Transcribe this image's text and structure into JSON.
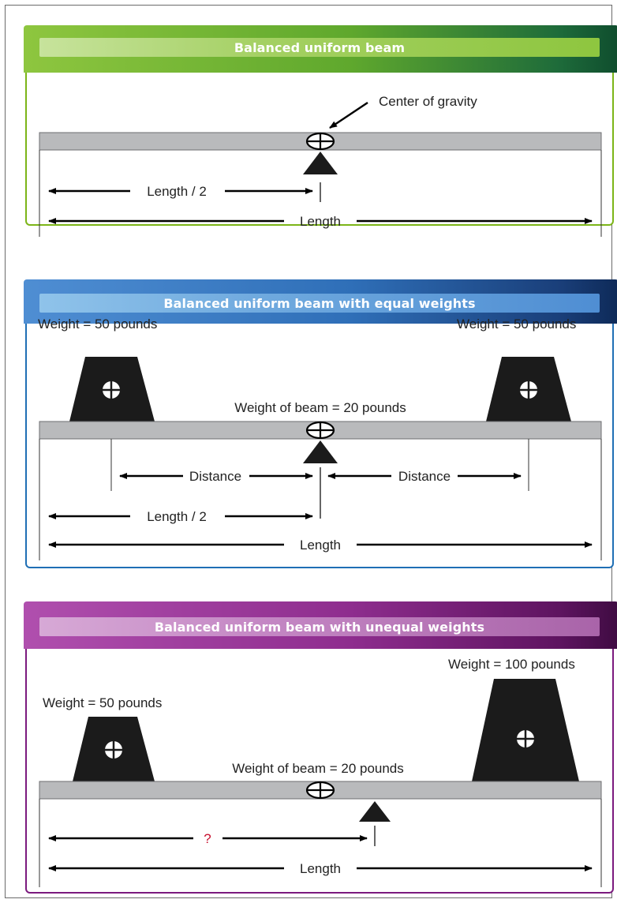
{
  "theme": {
    "green": "#7cb518",
    "blue": "#1f6fb5",
    "purple": "#7b1a7e",
    "beam_gray": "#b9babc",
    "shape_black": "#1b1b1b",
    "question_red": "#c8102e"
  },
  "panel1": {
    "title": "Balanced uniform beam",
    "cog_label": "Center of gravity",
    "half_length_label": "Length / 2",
    "length_label": "Length"
  },
  "panel2": {
    "title": "Balanced uniform beam with equal weights",
    "left_weight_label": "Weight = 50 pounds",
    "right_weight_label": "Weight = 50 pounds",
    "beam_weight_label": "Weight of beam = 20 pounds",
    "left_distance_label": "Distance",
    "right_distance_label": "Distance",
    "half_length_label": "Length / 2",
    "length_label": "Length"
  },
  "panel3": {
    "title": "Balanced uniform beam with unequal weights",
    "left_weight_label": "Weight = 50 pounds",
    "right_weight_label": "Weight = 100 pounds",
    "beam_weight_label": "Weight of beam = 20 pounds",
    "unknown_label": "?",
    "length_label": "Length"
  }
}
